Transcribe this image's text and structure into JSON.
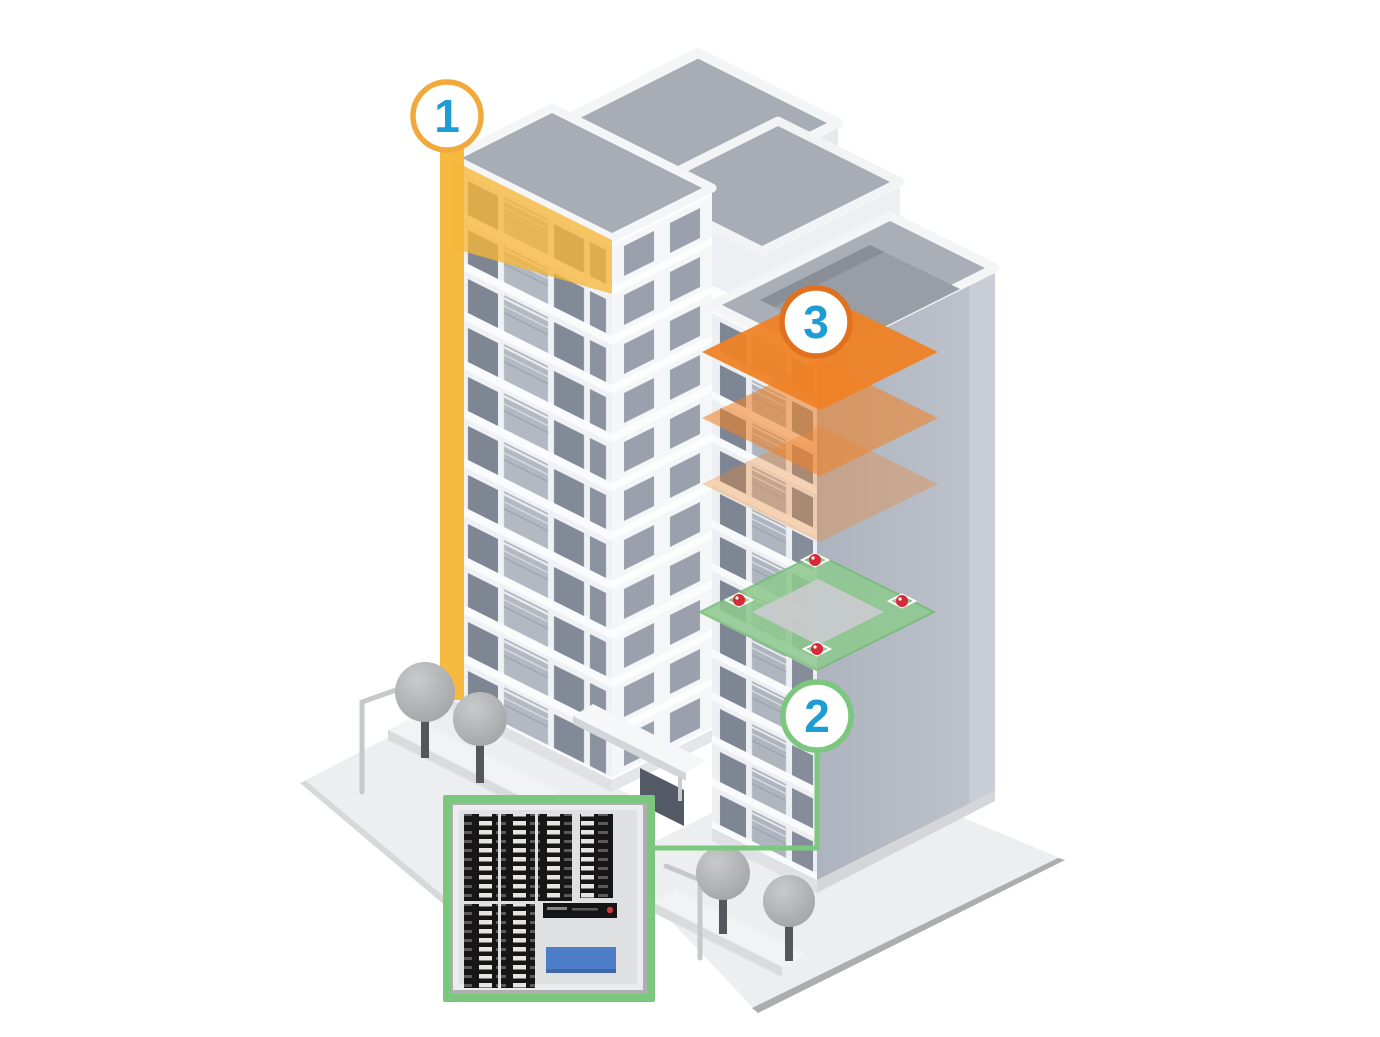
{
  "scene": {
    "description": "Isometric high-rise apartment building diagram with three numbered feature callouts",
    "background": "#ffffff"
  },
  "callouts": [
    {
      "label": "1",
      "ring_color": "#F2A93B",
      "number_color": "#1E9CD4",
      "highlight_color": "#F6B637",
      "target": "building-corner-riser-and-top-floors"
    },
    {
      "label": "2",
      "ring_color": "#7CC77E",
      "number_color": "#1E9CD4",
      "highlight_color": "#8FC98F",
      "target": "monitored-floor-with-detectors",
      "connects_to": "control-panel-inset"
    },
    {
      "label": "3",
      "ring_color": "#E2711F",
      "number_color": "#1E9CD4",
      "highlight_color": "#EF8226",
      "target": "three-highlighted-floor-slabs"
    }
  ],
  "monitored_floor": {
    "detector_count": 4,
    "detector_color": "#D6293A",
    "plane_color": "#8FC98F",
    "slab_color": "#C8CACC"
  },
  "floor_slabs": {
    "count": 3,
    "color": "#EF8226"
  },
  "connector": {
    "color": "#7CC77E"
  },
  "panel_inset": {
    "frame_color": "#7CC77E",
    "body_color": "#DFE0E2",
    "top_indicator_strips": 4,
    "bottom_indicator_strips": 2,
    "has_display_strip": true,
    "display_led_color": "#C63B3B",
    "button_color": "#4E7EC9"
  },
  "building": {
    "facade_color": "#EFF1F4",
    "side_wall_color": "#B8BDC7",
    "roof_color": "#A8ACB4",
    "window_color": "#7E8694",
    "parapet_color": "#F4F5F7"
  },
  "environment": {
    "tree_count": 4,
    "planter_count": 2,
    "street_lamp_count": 2,
    "ground_color": "#EDEEEF"
  }
}
